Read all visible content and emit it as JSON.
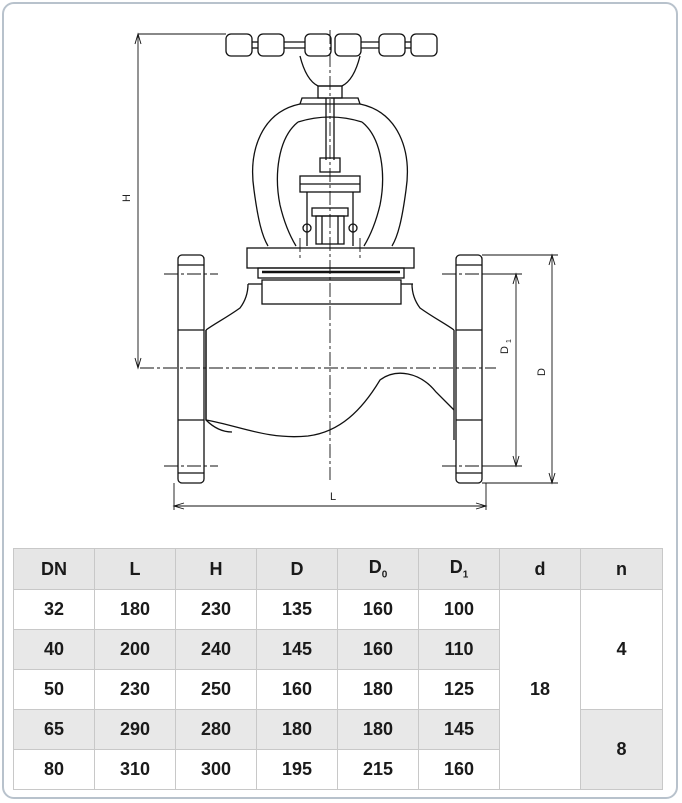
{
  "diagram": {
    "dim_H": "H",
    "dim_L": "L",
    "dim_D": "D",
    "dim_D1_main": "D",
    "dim_D1_sub": "1"
  },
  "table": {
    "headers": [
      {
        "main": "DN",
        "sub": ""
      },
      {
        "main": "L",
        "sub": ""
      },
      {
        "main": "H",
        "sub": ""
      },
      {
        "main": "D",
        "sub": ""
      },
      {
        "main": "D",
        "sub": "0"
      },
      {
        "main": "D",
        "sub": "1"
      },
      {
        "main": "d",
        "sub": ""
      },
      {
        "main": "n",
        "sub": ""
      }
    ],
    "rows": [
      [
        "32",
        "180",
        "230",
        "135",
        "160",
        "100"
      ],
      [
        "40",
        "200",
        "240",
        "145",
        "160",
        "110"
      ],
      [
        "50",
        "230",
        "250",
        "160",
        "180",
        "125"
      ],
      [
        "65",
        "290",
        "280",
        "180",
        "180",
        "145"
      ],
      [
        "80",
        "310",
        "300",
        "195",
        "215",
        "160"
      ]
    ],
    "d_value": "18",
    "n_values": [
      "4",
      "8"
    ]
  }
}
